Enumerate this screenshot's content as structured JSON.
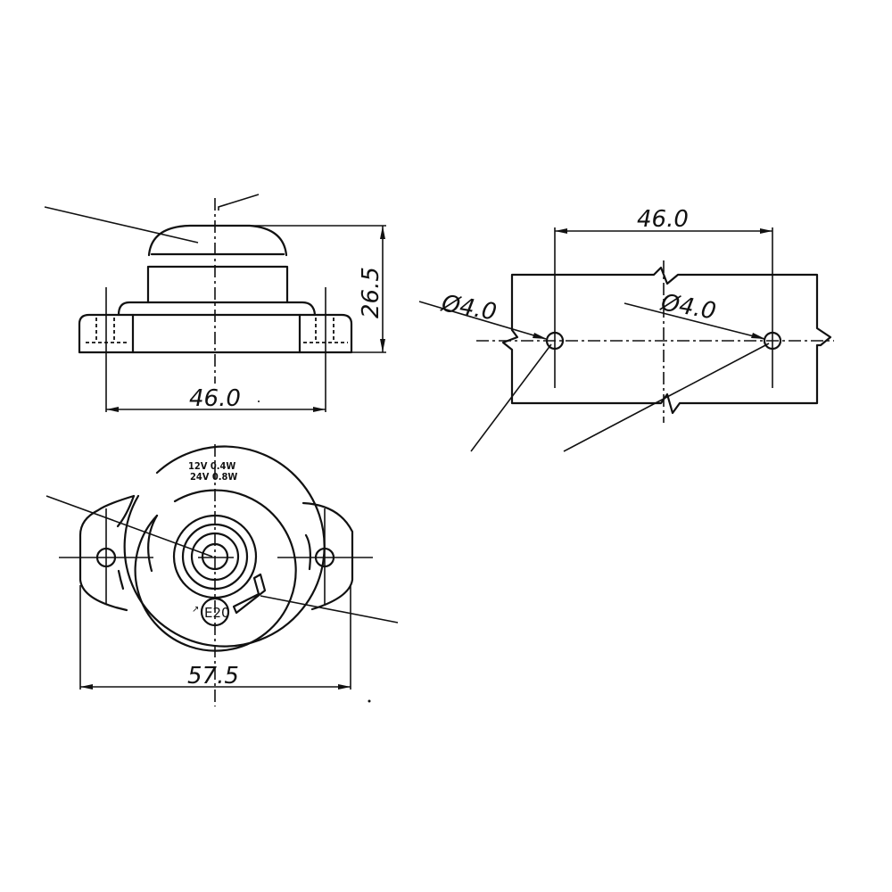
{
  "drawing": {
    "side_view": {
      "width_dim": "46.0",
      "height_dim": "26.5"
    },
    "bottom_view": {
      "rating_line_1": "12V 0.4W",
      "rating_line_2": "24V 0.8W",
      "socket_label": "E20",
      "width_dim": "57.5"
    },
    "mounting_view": {
      "hole_spacing_dim": "46.0",
      "hole_left_dim": "Ø4.0",
      "hole_right_dim": "Ø4.0"
    }
  }
}
